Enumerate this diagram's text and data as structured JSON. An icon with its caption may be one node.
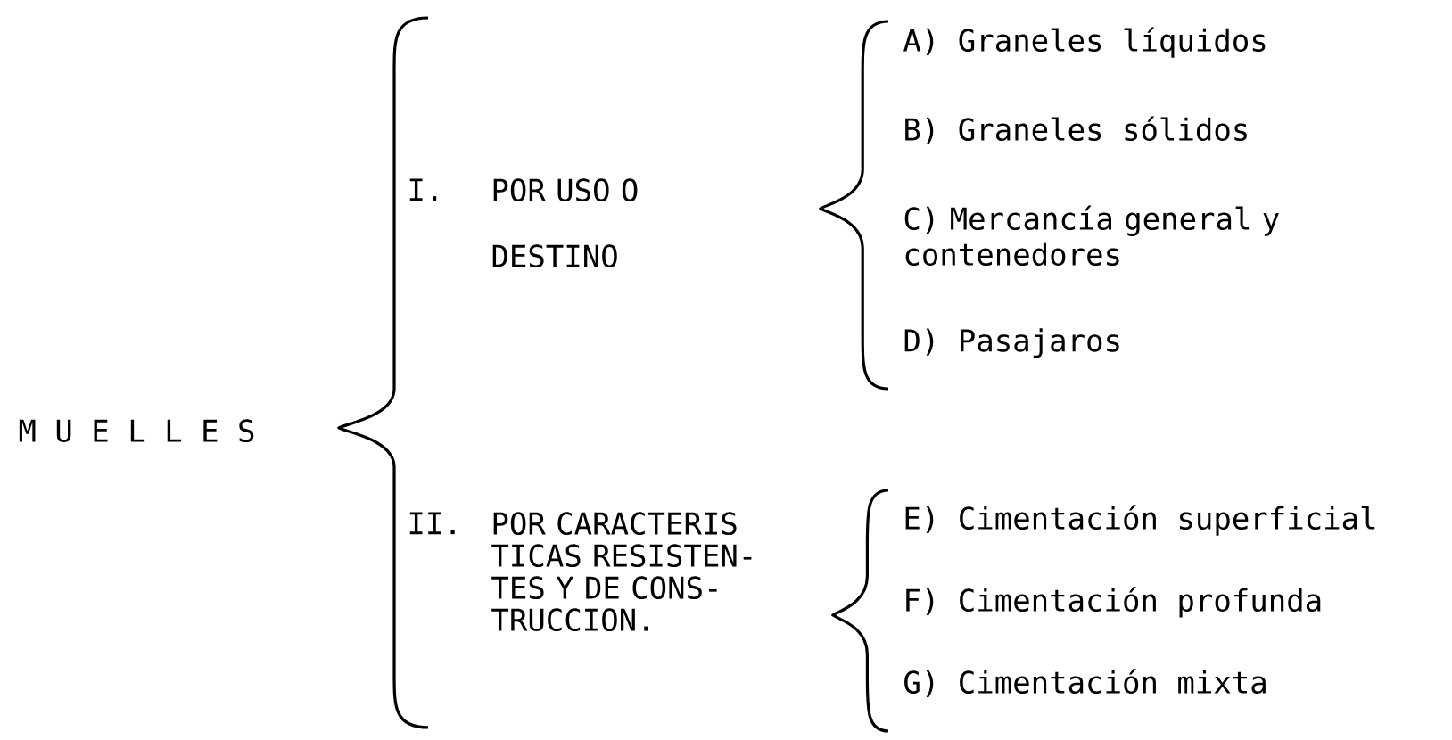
{
  "diagram": {
    "labels": [
      "M U E L L E S",
      "I.",
      "POR USO O DESTINO",
      "II.",
      "POR CARACTERIS TICAS RESISTEN- TES Y DE CONS- TRUCCION.",
      "A) Graneles líquidos",
      "B) Graneles sólidos",
      "C) Mercancía general y contenedores",
      "D) Pasajaros",
      "E) Cimentación superficial",
      "F) Cimentación profunda",
      "G) Cimentación mixta"
    ]
  }
}
